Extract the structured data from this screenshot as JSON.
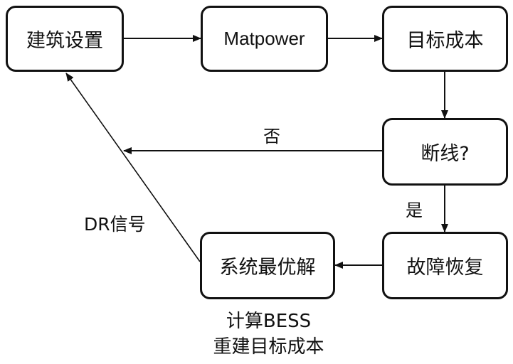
{
  "nodes": {
    "building_setup": "建筑设置",
    "matpower": "Matpower",
    "target_cost": "目标成本",
    "line_break": "断线?",
    "fault_recovery": "故障恢复",
    "system_optimum": "系统最优解"
  },
  "edge_labels": {
    "no": "否",
    "yes": "是",
    "dr_signal": "DR信号"
  },
  "note": {
    "line1": "计算BESS",
    "line2": "重建目标成本"
  },
  "edges": [
    {
      "from": "building_setup",
      "to": "matpower"
    },
    {
      "from": "matpower",
      "to": "target_cost"
    },
    {
      "from": "target_cost",
      "to": "line_break"
    },
    {
      "from": "line_break",
      "to": "dr_signal_line",
      "label": "否"
    },
    {
      "from": "line_break",
      "to": "fault_recovery",
      "label": "是"
    },
    {
      "from": "fault_recovery",
      "to": "system_optimum"
    },
    {
      "from": "system_optimum",
      "to": "building_setup",
      "label": "DR信号"
    }
  ]
}
